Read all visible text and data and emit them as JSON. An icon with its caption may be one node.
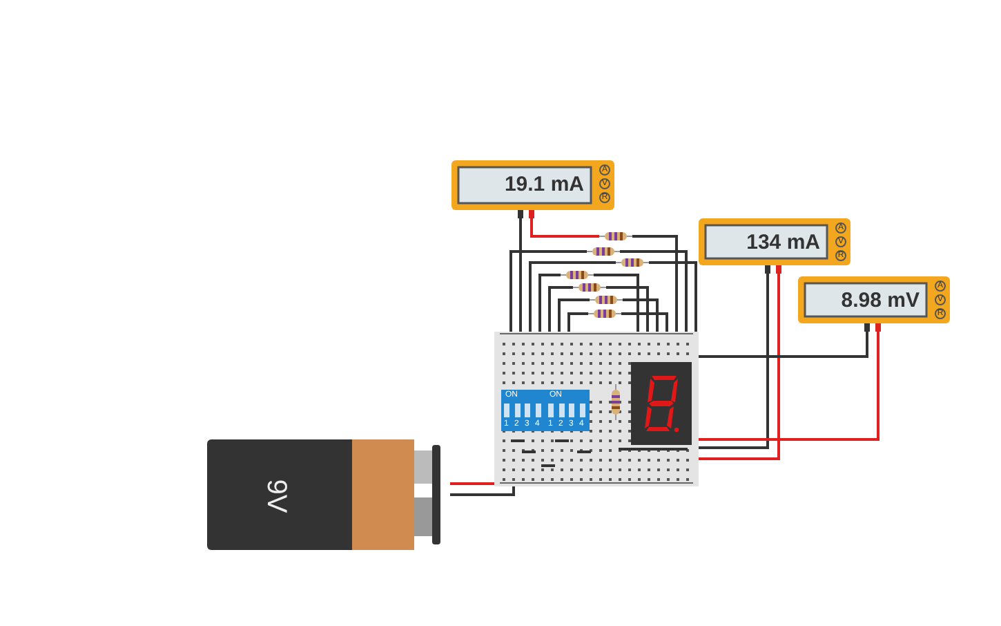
{
  "diagram": {
    "nodes": [
      {
        "text": [
          "19.1 mA",
          "A",
          "V",
          "R"
        ]
      },
      {
        "text": [
          "134 mA",
          "A",
          "V",
          "R"
        ]
      },
      {
        "text": [],
        "shape": "resistor"
      },
      {
        "text": [],
        "shape": "resistor"
      },
      {
        "text": [],
        "shape": "resistor"
      },
      {
        "text": [
          "8.98 mV",
          "A",
          "V",
          "R"
        ]
      },
      {
        "text": [],
        "shape": "resistor"
      },
      {
        "text": [],
        "shape": "resistor"
      },
      {
        "text": [],
        "shape": "resistor"
      },
      {
        "text": [],
        "shape": "resistor"
      },
      {
        "text": [],
        "shape": "box"
      },
      {
        "text": [
          "ON",
          "1",
          "2",
          "3",
          "4"
        ],
        "in": 10
      },
      {
        "text": [
          "ON",
          "1",
          "2",
          "3",
          "4"
        ],
        "in": 10
      },
      {
        "text": [],
        "shape": "resistor",
        "in": 10
      },
      {
        "text": [],
        "shape": "box",
        "in": 10
      },
      {
        "text": [
          "9V"
        ]
      }
    ],
    "edges": [
      {
        "from": 0,
        "to": 10,
        "arrow": "none"
      },
      {
        "from": 0,
        "to": 2,
        "arrow": "none",
        "color": "#e02020"
      },
      {
        "from": 2,
        "to": 10,
        "arrow": "none"
      },
      {
        "from": 3,
        "to": 10,
        "arrow": "none"
      },
      {
        "from": 3,
        "to": 10,
        "arrow": "none"
      },
      {
        "from": 4,
        "to": 10,
        "arrow": "none"
      },
      {
        "from": 4,
        "to": 10,
        "arrow": "none"
      },
      {
        "from": 6,
        "to": 10,
        "arrow": "none"
      },
      {
        "from": 6,
        "to": 10,
        "arrow": "none"
      },
      {
        "from": 7,
        "to": 10,
        "arrow": "none"
      },
      {
        "from": 7,
        "to": 10,
        "arrow": "none"
      },
      {
        "from": 8,
        "to": 10,
        "arrow": "none"
      },
      {
        "from": 8,
        "to": 10,
        "arrow": "none"
      },
      {
        "from": 9,
        "to": 10,
        "arrow": "none"
      },
      {
        "from": 9,
        "to": 10,
        "arrow": "none"
      },
      {
        "from": 1,
        "to": 10,
        "arrow": "none"
      },
      {
        "from": 1,
        "to": 10,
        "arrow": "none",
        "color": "#e02020"
      },
      {
        "from": 5,
        "to": 10,
        "arrow": "none"
      },
      {
        "from": 5,
        "to": 10,
        "arrow": "none",
        "color": "#e02020"
      },
      {
        "from": 15,
        "to": 10,
        "arrow": "none",
        "color": "#e02020"
      },
      {
        "from": 15,
        "to": 10,
        "arrow": "none"
      }
    ]
  }
}
